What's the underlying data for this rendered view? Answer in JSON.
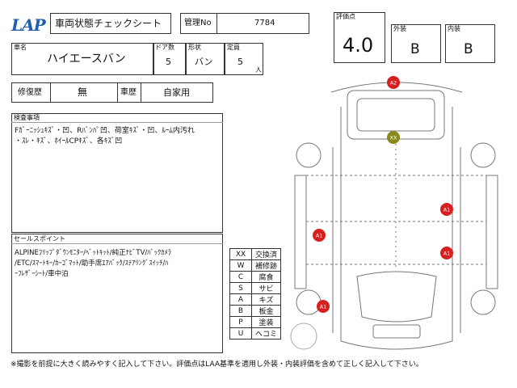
{
  "header": {
    "logo": "LAP",
    "title": "車両状態チェックシート",
    "mgmt_label": "管理No",
    "mgmt_value": "7784"
  },
  "vehicle": {
    "name_label": "車名",
    "name": "ハイエースバン",
    "doors_label": "ドア数",
    "doors": "5",
    "shape_label": "形状",
    "shape": "バン",
    "capacity_label": "定員",
    "capacity": "5",
    "capacity_unit": "人"
  },
  "history": {
    "repair_label": "修復歴",
    "repair_value": "無",
    "usage_label": "車歴",
    "usage_value": "自家用"
  },
  "grades": {
    "score_label": "評価点",
    "score": "4.0",
    "exterior_label": "外装",
    "exterior": "B",
    "interior_label": "内装",
    "interior": "B"
  },
  "inspection": {
    "title": "検査事項",
    "line1": "Fｶﾞｰﾆｯｼｭｷｽﾞ・凹、Rﾊﾞﾝﾊﾟ凹、荷室ｷｽﾞ・凹、ﾙｰﾑ内汚れ",
    "line2": "・ｽﾚ・ｷｽﾞ、ﾎｲｰﾙCPｷｽﾞ、各ｷｽﾞ凹"
  },
  "selling_points": {
    "title": "セールスポイント",
    "line1": "ALPINEﾌﾘｯﾌﾟﾀﾞｳﾝﾓﾆﾀｰ/ﾍﾞｯﾄｷｯﾄ/純正ﾅﾋﾞTV/ﾊﾞｯｸｶﾒﾗ",
    "line2": "/ETC/ｽﾏｰﾄｷｰ/ｶｰｺﾞﾏｯﾄ/助手席ｴｱﾊﾞｯｸ/ｽﾃｱﾘﾝｸﾞｽｲｯﾁ/ﾊ",
    "line3": "ｰﾌﾚｻﾞｰｼｰﾄ/車中泊"
  },
  "legend": [
    {
      "code": "XX",
      "meaning": "交換済"
    },
    {
      "code": "W",
      "meaning": "補修跡"
    },
    {
      "code": "C",
      "meaning": "腐食"
    },
    {
      "code": "S",
      "meaning": "サビ"
    },
    {
      "code": "A",
      "meaning": "キズ"
    },
    {
      "code": "B",
      "meaning": "板金"
    },
    {
      "code": "P",
      "meaning": "塗装"
    },
    {
      "code": "U",
      "meaning": "ヘコミ"
    }
  ],
  "damage_marks": [
    {
      "label": "A2",
      "color": "#d62020"
    },
    {
      "label": "XX",
      "color": "#8a8a1a"
    },
    {
      "label": "A1",
      "color": "#d62020"
    },
    {
      "label": "A1",
      "color": "#d62020"
    },
    {
      "label": "A1",
      "color": "#d62020"
    },
    {
      "label": "A1",
      "color": "#d62020"
    }
  ],
  "footer_note": "※撮影を前提に大きく読みやすく記入して下さい。評価点はLAA基準を適用し外装・内装評価を含めて正しく記入して下さい。"
}
